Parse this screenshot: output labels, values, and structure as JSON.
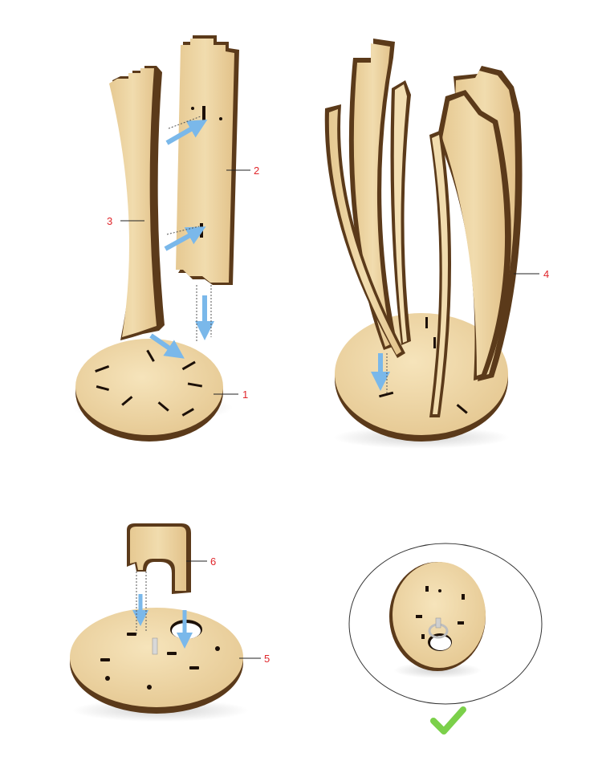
{
  "callouts": {
    "c1": "1",
    "c2": "2",
    "c3": "3",
    "c4": "4",
    "c5": "5",
    "c6": "6"
  },
  "colors": {
    "wood_face": "#e9cf98",
    "wood_light": "#f3dfb3",
    "wood_edge": "#5b3a1a",
    "slot": "#1c1008",
    "arrow": "#7ab8ea",
    "callout_text": "#e0262b",
    "check": "#7bd04a"
  },
  "icons": {
    "arrows": "blue-assembly-arrow-icon",
    "check": "green-checkmark-icon"
  }
}
